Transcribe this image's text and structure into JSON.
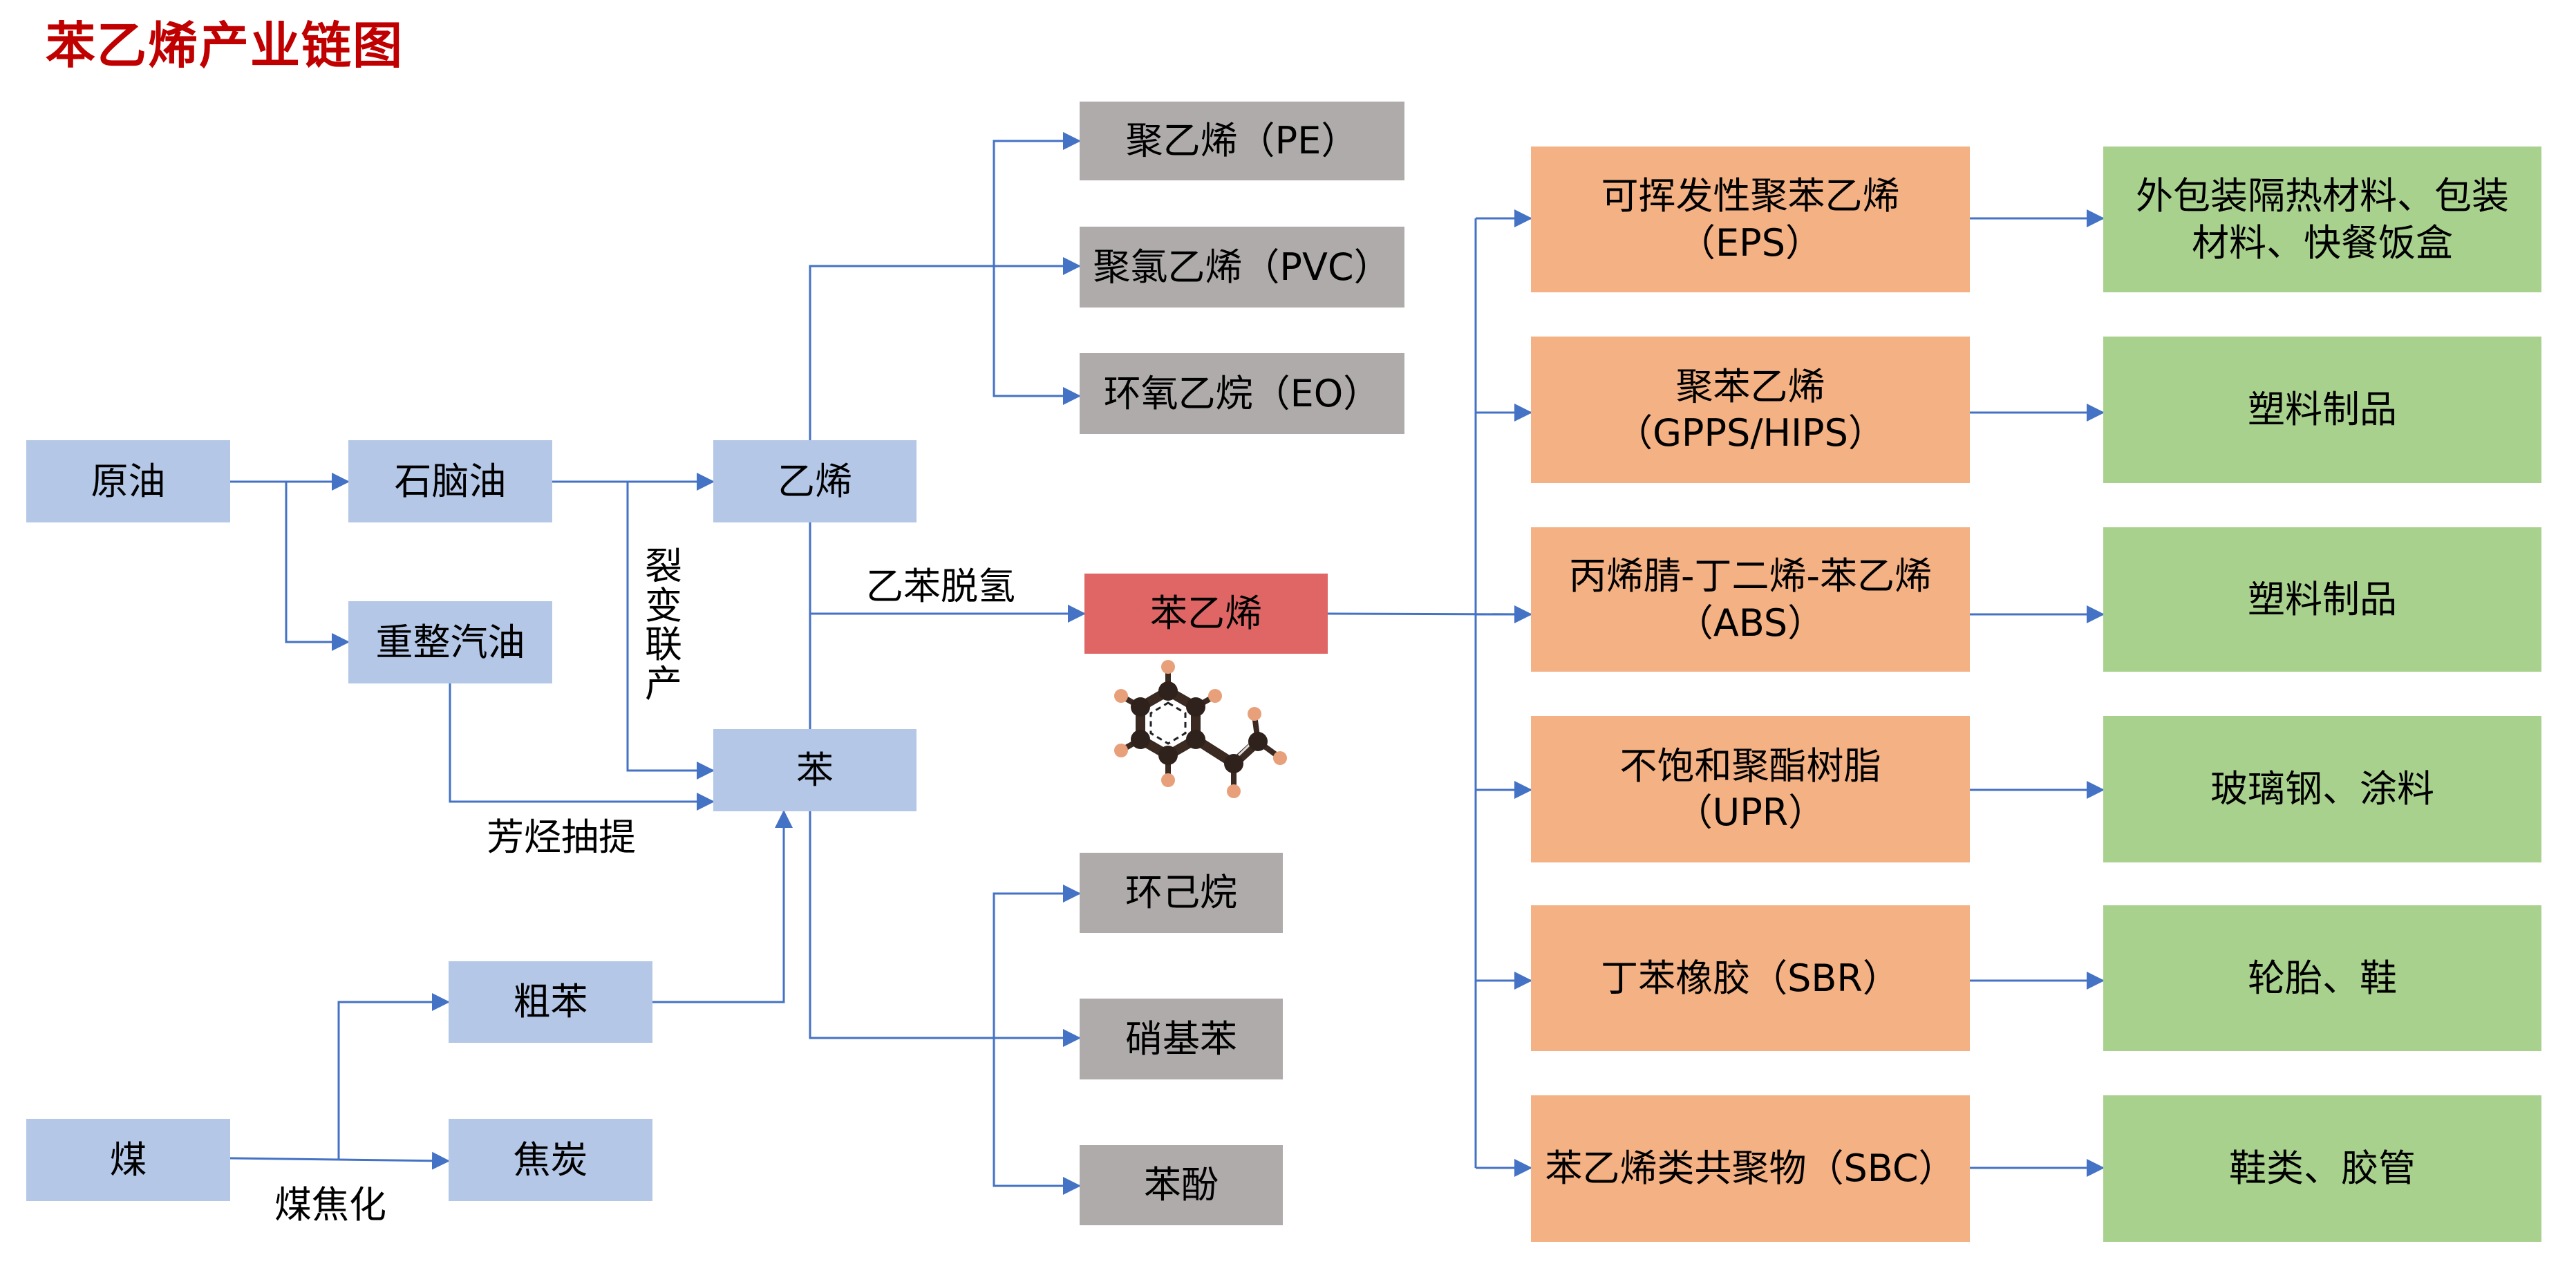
{
  "title": "苯乙烯产业链图",
  "colors": {
    "title": "#C00000",
    "raw_material_box": "#B4C7E7",
    "byproduct_box": "#AFABAB",
    "styrene_box": "#E06666",
    "downstream_box": "#F4B183",
    "application_box": "#A9D18E",
    "connector": "#4472C4"
  },
  "nodes": {
    "crude_oil": "原油",
    "naphtha": "石脑油",
    "ethylene": "乙烯",
    "reformate": "重整汽油",
    "benzene": "苯",
    "crude_benzene": "粗苯",
    "coal": "煤",
    "coke": "焦炭",
    "styrene": "苯乙烯"
  },
  "ethylene_products": [
    {
      "label": "聚乙烯（PE）"
    },
    {
      "label": "聚氯乙烯（PVC）"
    },
    {
      "label": "环氧乙烷（EO）"
    }
  ],
  "benzene_products": [
    {
      "label": "环己烷"
    },
    {
      "label": "硝基苯"
    },
    {
      "label": "苯酚"
    }
  ],
  "process_labels": {
    "cracking": "裂变联产",
    "aromatics_extraction": "芳烃抽提",
    "ethylbenzene_dehydrogenation": "乙苯脱氢",
    "coal_coking": "煤焦化"
  },
  "styrene_downstream": [
    {
      "product_line1": "可挥发性聚苯乙烯",
      "product_line2": "（EPS）",
      "application": "外包装隔热材料、包装材料、快餐饭盒"
    },
    {
      "product_line1": "聚苯乙烯",
      "product_line2": "（GPPS/HIPS）",
      "application": "塑料制品"
    },
    {
      "product_line1": "丙烯腈-丁二烯-苯乙烯",
      "product_line2": "（ABS）",
      "application": "塑料制品"
    },
    {
      "product_line1": "不饱和聚酯树脂",
      "product_line2": "（UPR）",
      "application": "玻璃钢、涂料"
    },
    {
      "product_line1": "丁苯橡胶（SBR）",
      "product_line2": "",
      "application": "轮胎、鞋"
    },
    {
      "product_line1": "苯乙烯类共聚物（SBC）",
      "product_line2": "",
      "application": "鞋类、胶管"
    }
  ],
  "molecule_icon": "styrene-ball-and-stick-model"
}
